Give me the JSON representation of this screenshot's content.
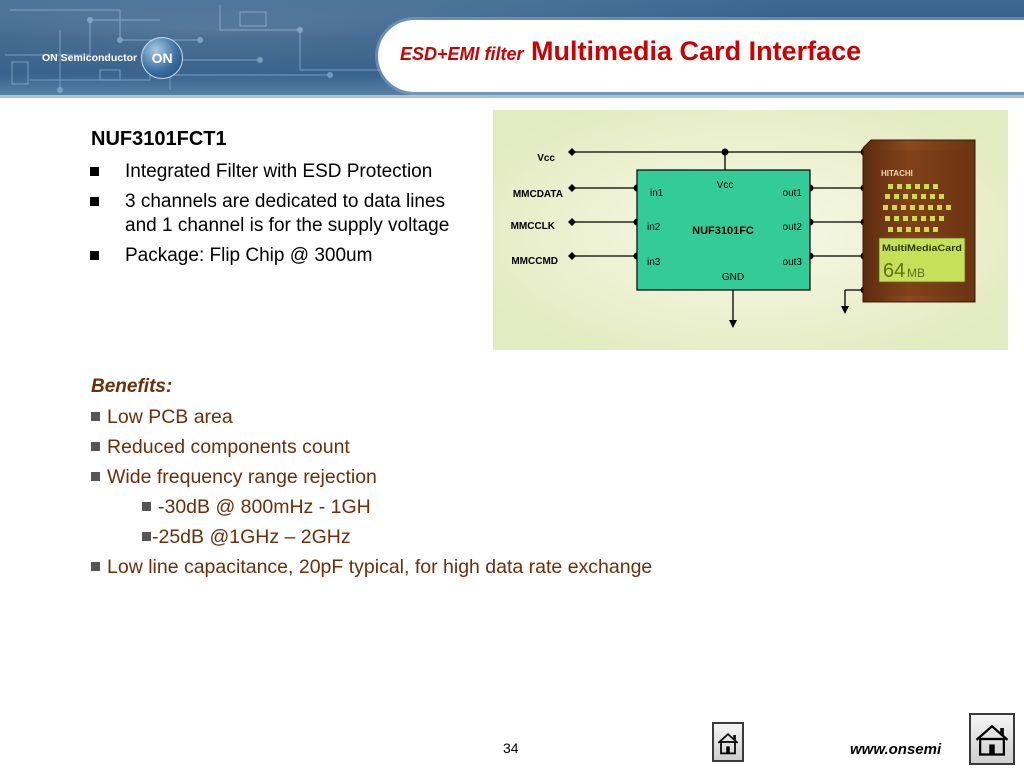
{
  "header": {
    "brand_name": "ON Semiconductor",
    "brand_logo_text": "ON",
    "title_part1": "ESD+EMI filter",
    "title_part2": "Multimedia Card Interface"
  },
  "product": {
    "part_number": "NUF3101FCT1",
    "bullets": [
      "Integrated Filter with ESD Protection",
      "3 channels are dedicated to data lines and 1 channel is for the supply voltage",
      "Package: Flip Chip @ 300um"
    ]
  },
  "diagram": {
    "signals": [
      "Vcc",
      "MMCDATA",
      "MMCCLK",
      "MMCCMD"
    ],
    "chip_name": "NUF3101FC",
    "chip_vcc": "Vcc",
    "chip_gnd": "GND",
    "inputs": [
      "in1",
      "in2",
      "in3"
    ],
    "outputs": [
      "out1",
      "out2",
      "out3"
    ],
    "card_brand": "HITACHI",
    "card_label": "MultiMediaCard",
    "card_capacity": "64",
    "card_capacity_unit": "MB",
    "colors": {
      "chip_fill": "#33cc99",
      "background": "#eef3d6",
      "card_body": "#7a3a14",
      "card_label": "#c6e05a"
    }
  },
  "benefits": {
    "title": "Benefits:",
    "items": [
      "Low PCB area",
      "Reduced components count",
      "Wide frequency range rejection"
    ],
    "sub_items": [
      "-30dB @ 800mHz - 1GH",
      "-25dB @1GHz – 2GHz"
    ],
    "last_item": "Low line capacitance, 20pF typical, for high data rate exchange"
  },
  "footer": {
    "page_number": "34",
    "url": "www.onsemi"
  },
  "colors": {
    "title": "#cc0000",
    "benefits_text": "#6b2f0b",
    "header_blue": "#2c5680"
  }
}
